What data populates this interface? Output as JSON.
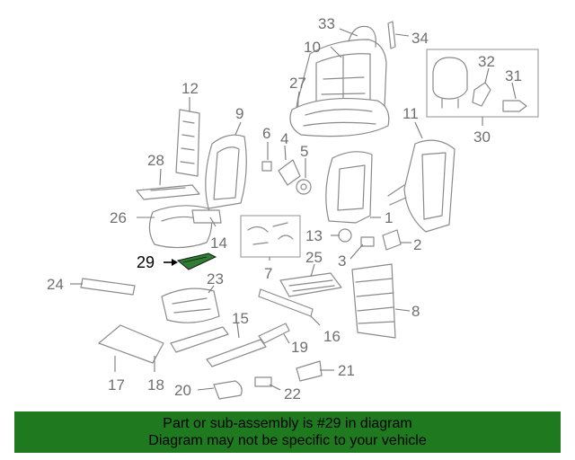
{
  "callouts": {
    "c1": "1",
    "c2": "2",
    "c3": "3",
    "c4": "4",
    "c5": "5",
    "c6": "6",
    "c7": "7",
    "c8": "8",
    "c9": "9",
    "c10": "10",
    "c11": "11",
    "c12": "12",
    "c13": "13",
    "c14": "14",
    "c15": "15",
    "c16": "16",
    "c17": "17",
    "c18": "18",
    "c19": "19",
    "c20": "20",
    "c21": "21",
    "c22": "22",
    "c23": "23",
    "c24": "24",
    "c25": "25",
    "c26": "26",
    "c27": "27",
    "c28": "28",
    "c29": "29",
    "c30": "30",
    "c31": "31",
    "c32": "32",
    "c33": "33",
    "c34": "34"
  },
  "highlight": {
    "part": "29",
    "color": "#2e7d32"
  },
  "banner": {
    "line1": "Part or sub-assembly is #29 in diagram",
    "line2": "Diagram may not be specific to your vehicle",
    "color": "#1f7a1f"
  }
}
